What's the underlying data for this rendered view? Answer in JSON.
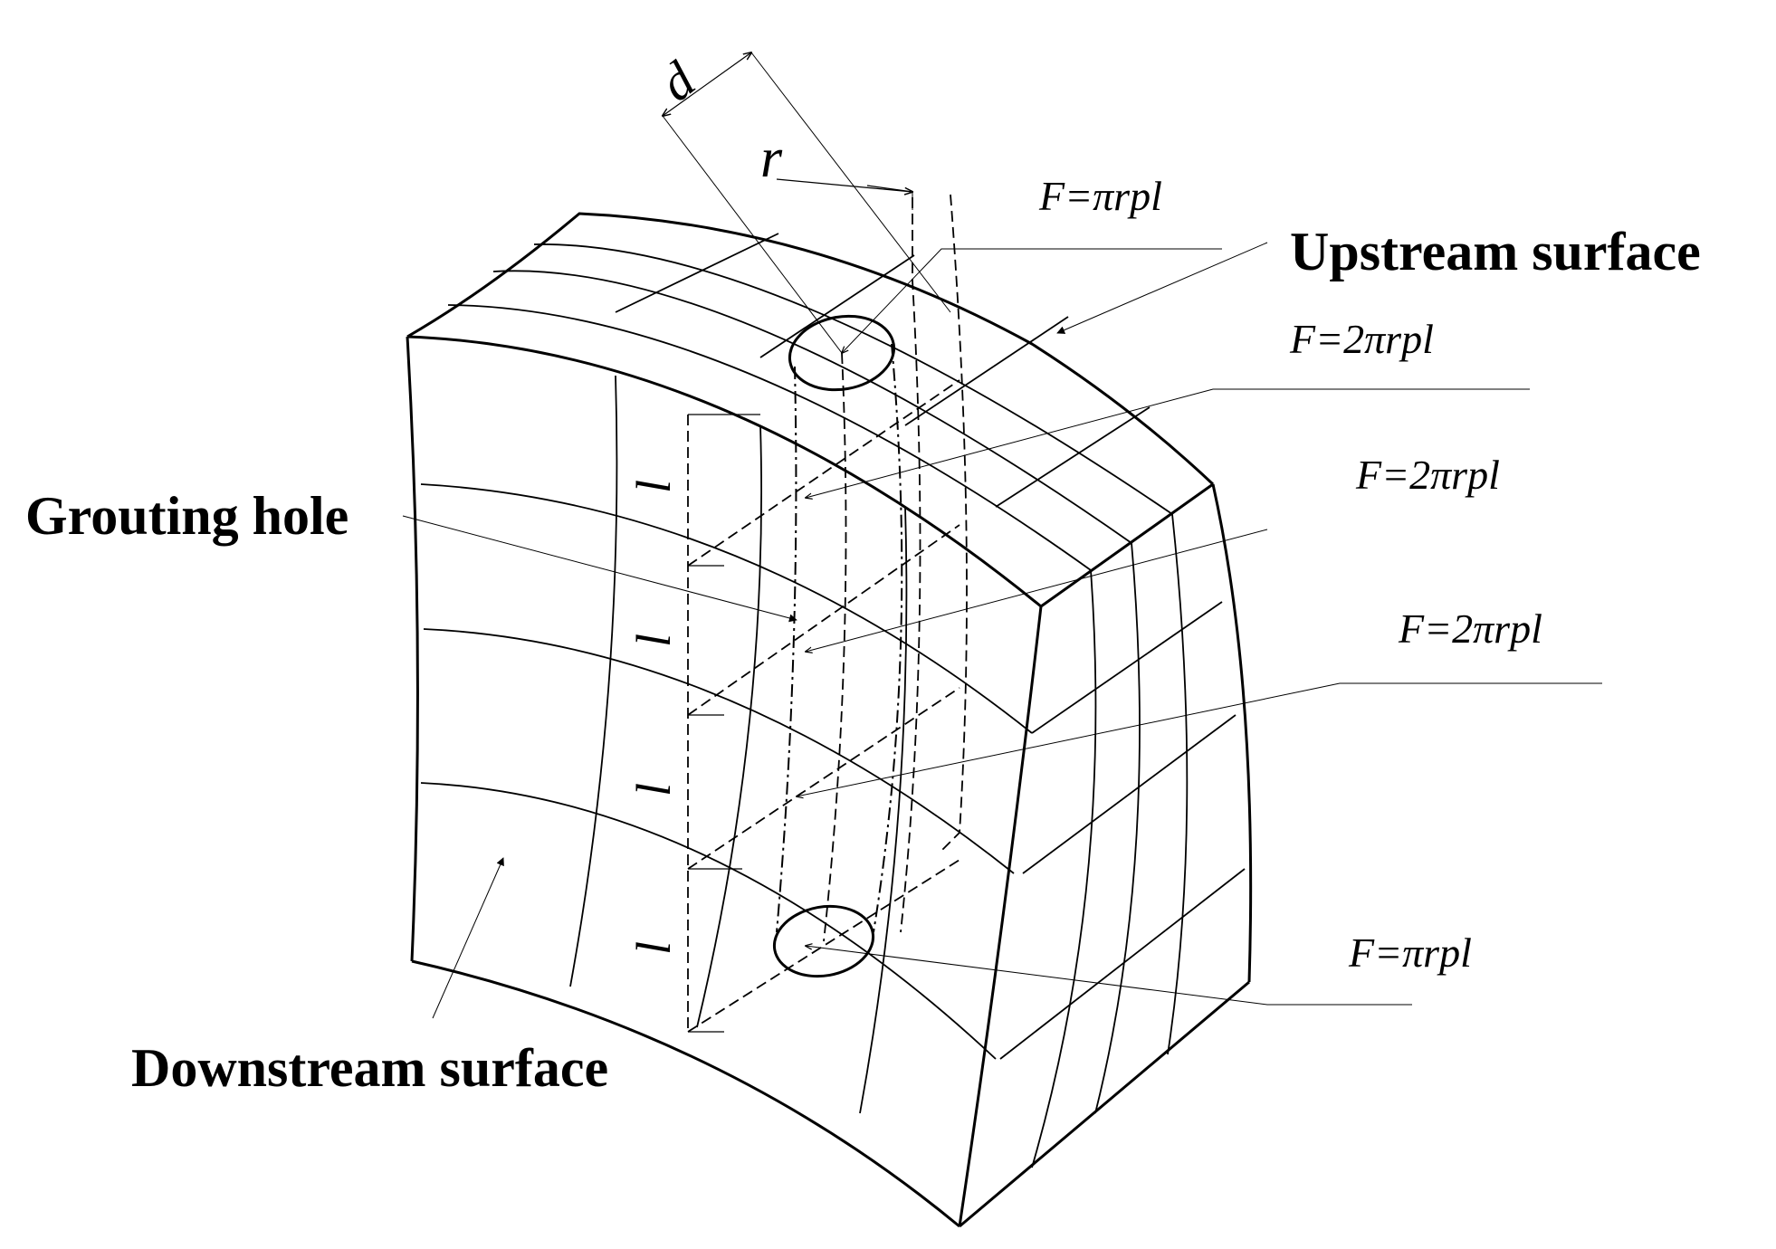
{
  "labels": {
    "upstream": "Upstream surface",
    "downstream": "Downstream surface",
    "grouting_hole": "Grouting hole"
  },
  "dimensions": {
    "diameter": "d",
    "radius": "r",
    "segment_length": "l"
  },
  "forces": [
    "F=πrpl",
    "F=2πrpl",
    "F=2πrpl",
    "F=2πrpl",
    "F=πrpl"
  ]
}
